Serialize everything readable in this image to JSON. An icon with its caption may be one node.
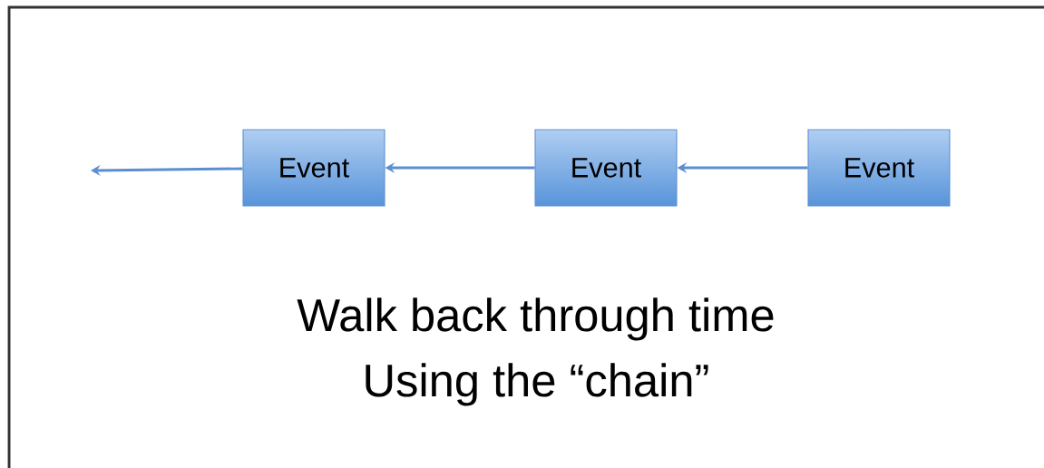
{
  "diagram": {
    "nodes": [
      {
        "text": [
          "Event"
        ]
      },
      {
        "text": [
          "Event"
        ]
      },
      {
        "text": [
          "Event"
        ]
      }
    ],
    "edges": [
      {
        "from": 2,
        "to": 1,
        "arrow": "to"
      },
      {
        "from": 1,
        "to": 0,
        "arrow": "to"
      },
      {
        "from": 0,
        "to": null,
        "arrow": "to"
      }
    ],
    "labels": [
      "Walk back through time",
      "Using the “chain”"
    ]
  }
}
